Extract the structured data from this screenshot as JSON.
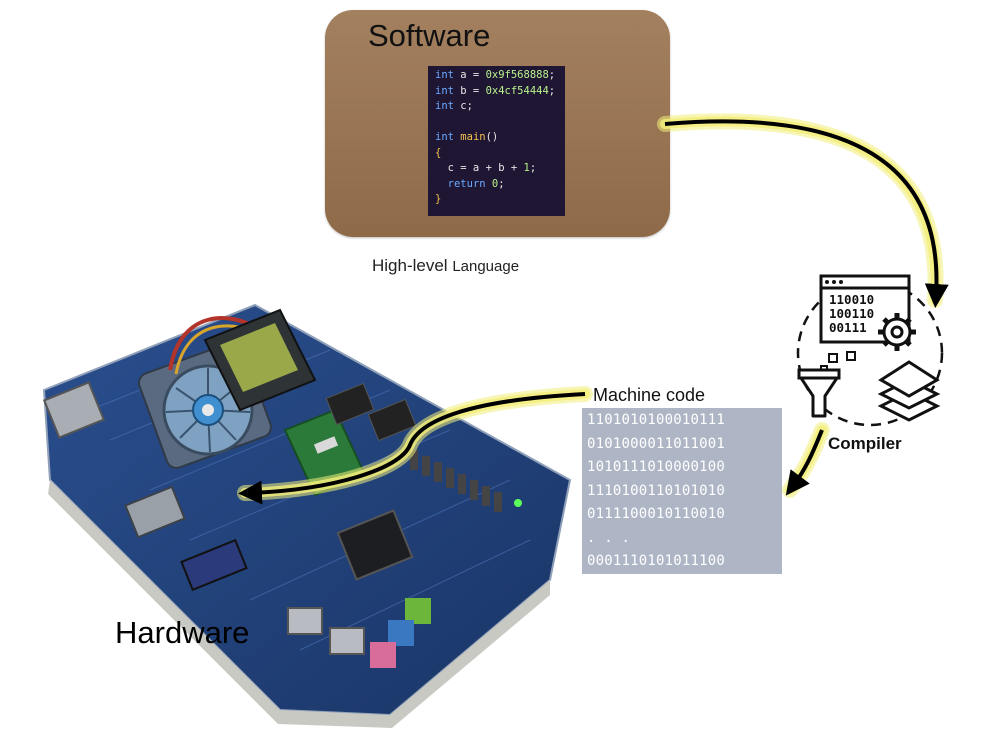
{
  "software": {
    "title": "Software",
    "code_lines": [
      {
        "t": "int a = 0x9f568888;"
      },
      {
        "t": "int b = 0x4cf54444;"
      },
      {
        "t": "int c;"
      },
      {
        "t": ""
      },
      {
        "t": "int main()"
      },
      {
        "t": "{"
      },
      {
        "t": "  c = a + b + 1;"
      },
      {
        "t": "  return 0;"
      },
      {
        "t": "}"
      }
    ]
  },
  "high_level_label": {
    "part1": "High-level ",
    "part2": "Language"
  },
  "machine_code": {
    "label": "Machine code",
    "lines": [
      "1101010100010111",
      "0101000011011001",
      "1010111010000100",
      "1110100110101010",
      "0111100010110010",
      ". . .",
      "0001110101011100"
    ]
  },
  "compiler": {
    "label": "Compiler",
    "icon_digits": [
      "110010",
      "100110",
      "00111"
    ]
  },
  "hardware": {
    "label": "Hardware"
  },
  "colors": {
    "arrow_glow": "#f3ef7a",
    "arrow": "#000000",
    "software_box": "#9b7855",
    "code_bg": "#1f1633",
    "machine_panel": "#aeb6c6",
    "board_pcb": "#1f3f7a"
  }
}
